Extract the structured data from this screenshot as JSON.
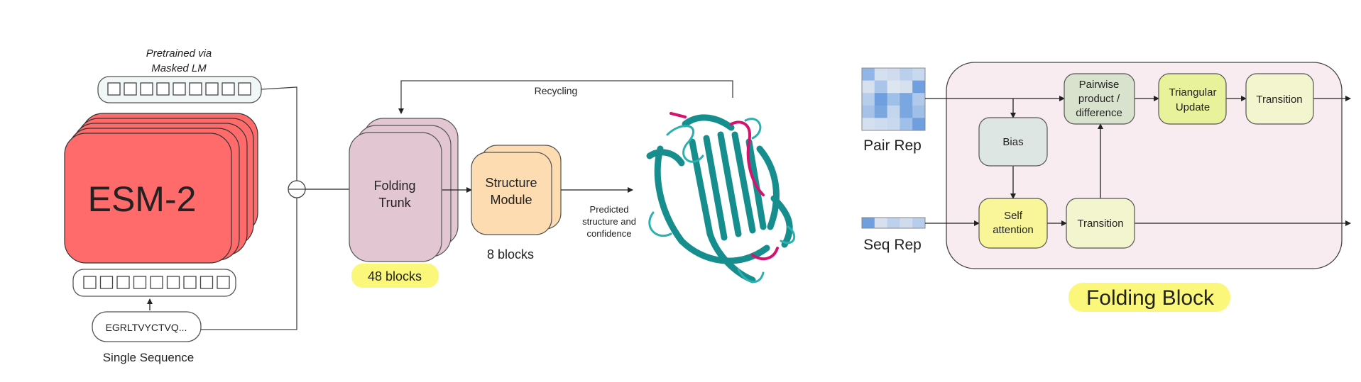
{
  "left": {
    "pretrained_line1": "Pretrained via",
    "pretrained_line2": "Masked LM",
    "esm_label": "ESM-2",
    "sequence": "EGRLTVYCTVQ...",
    "sequence_caption": "Single Sequence",
    "recycling": "Recycling",
    "folding_trunk_line1": "Folding",
    "folding_trunk_line2": "Trunk",
    "folding_trunk_blocks": "48 blocks",
    "structure_module_line1": "Structure",
    "structure_module_line2": "Module",
    "structure_module_blocks": "8 blocks",
    "output_line1": "Predicted",
    "output_line2": "structure and",
    "output_line3": "confidence"
  },
  "right": {
    "pair_rep": "Pair Rep",
    "seq_rep": "Seq Rep",
    "pairwise_line1": "Pairwise",
    "pairwise_line2": "product /",
    "pairwise_line3": "difference",
    "triangular_line1": "Triangular",
    "triangular_line2": "Update",
    "transition_top": "Transition",
    "bias": "Bias",
    "self_attention_line1": "Self",
    "self_attention_line2": "attention",
    "transition_bottom": "Transition",
    "title": "Folding Block",
    "pair_rep_cells": [
      [
        "#8fb6e6",
        "#d4dff0",
        "#d0dcee",
        "#b9cfec",
        "#c8d8ef"
      ],
      [
        "#d6e0ef",
        "#a9c6ea",
        "#dde5f1",
        "#d6e0ef",
        "#6f9fde"
      ],
      [
        "#b6cdeb",
        "#6f9fde",
        "#9fc0e8",
        "#7aa7e0",
        "#b0c9ea"
      ],
      [
        "#a6c2e8",
        "#7aa7e0",
        "#c4d6ee",
        "#7aa7e0",
        "#a0bfe7"
      ],
      [
        "#d4dff0",
        "#cfdbee",
        "#c8d8ef",
        "#9fc0e8",
        "#6f9fde"
      ]
    ],
    "seq_rep_cells": [
      "#6f9fde",
      "#d6e0ef",
      "#bdd1ec",
      "#d0dcee",
      "#b8cdeb"
    ]
  },
  "colors": {
    "esm": "#ff6b6b",
    "folding_trunk": "#e2c6d2",
    "structure_module": "#fddcb2",
    "folding_block_bg": "#f8ecf0",
    "highlight": "#fbf77a",
    "protein": "#178e8e",
    "protein_accent": "#d4136f"
  }
}
